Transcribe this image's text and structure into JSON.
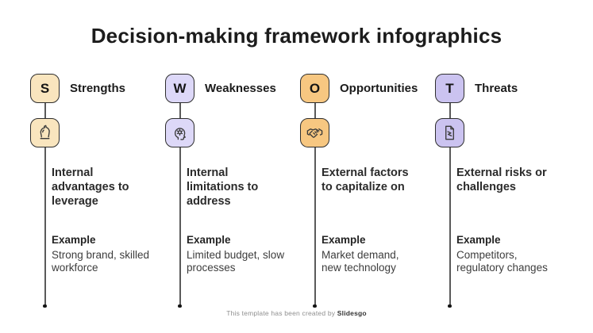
{
  "title": "Decision-making framework infographics",
  "columns": [
    {
      "letter": "S",
      "label": "Strengths",
      "icon": "chess-knight-icon",
      "fill": "#F9E5BE",
      "description": "Internal advantages to leverage",
      "example_heading": "Example",
      "example": "Strong brand, skilled workforce"
    },
    {
      "letter": "W",
      "label": "Weaknesses",
      "icon": "head-gear-icon",
      "fill": "#DDD8F8",
      "description": "Internal limitations to address",
      "example_heading": "Example",
      "example": "Limited budget, slow processes"
    },
    {
      "letter": "O",
      "label": "Opportunities",
      "icon": "handshake-icon",
      "fill": "#F7C781",
      "description": "External factors to capitalize on",
      "example_heading": "Example",
      "example": "Market demand, new technology"
    },
    {
      "letter": "T",
      "label": "Threats",
      "icon": "torn-document-icon",
      "fill": "#CBC3F0",
      "description": "External risks or challenges",
      "example_heading": "Example",
      "example": "Competitors, regulatory changes"
    }
  ],
  "footer": {
    "text": "This template has been created by ",
    "brand": "Slidesgo"
  },
  "colors": {
    "strengths_fill": "#F9E5BE",
    "weaknesses_fill": "#DDD8F8",
    "opportunities_fill": "#F7C781",
    "threats_fill": "#CBC3F0",
    "outline": "#2e2e2e",
    "line": "#5a5a5a"
  }
}
